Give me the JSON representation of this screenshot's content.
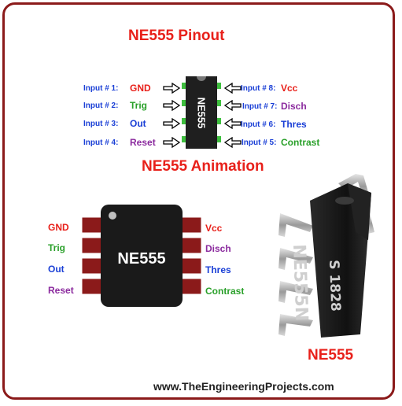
{
  "title_pinout": "NE555 Pinout",
  "title_animation": "NE555 Animation",
  "chip_label": "NE555",
  "chip_small_label": "NE555",
  "photo_caption": "NE555",
  "photo_chip_marking": "NE555N",
  "photo_chip_sub": "S 1828",
  "website": "www.TheEngineeringProjects.com",
  "colors": {
    "title": "#e8201a",
    "input_label": "#1a3fd6",
    "pad": "#8b1a1a",
    "chip_body": "#1a1a1a",
    "border": "#8b1a1a"
  },
  "pinout": {
    "left": [
      {
        "input": "Input # 1:",
        "name": "GND",
        "color": "#e8201a"
      },
      {
        "input": "Input # 2:",
        "name": "Trig",
        "color": "#2aa02a"
      },
      {
        "input": "Input # 3:",
        "name": "Out",
        "color": "#1a3fd6"
      },
      {
        "input": "Input # 4:",
        "name": "Reset",
        "color": "#8b2a9e"
      }
    ],
    "right": [
      {
        "input": "Input # 8:",
        "name": "Vcc",
        "color": "#e8201a"
      },
      {
        "input": "Input # 7:",
        "name": "Disch",
        "color": "#8b2a9e"
      },
      {
        "input": "Input # 6:",
        "name": "Thres",
        "color": "#1a3fd6"
      },
      {
        "input": "Input # 5:",
        "name": "Contrast",
        "color": "#2aa02a"
      }
    ]
  },
  "animation": {
    "left": [
      {
        "name": "GND",
        "color": "#e8201a"
      },
      {
        "name": "Trig",
        "color": "#2aa02a"
      },
      {
        "name": "Out",
        "color": "#1a3fd6"
      },
      {
        "name": "Reset",
        "color": "#8b2a9e"
      }
    ],
    "right": [
      {
        "name": "Vcc",
        "color": "#e8201a"
      },
      {
        "name": "Disch",
        "color": "#8b2a9e"
      },
      {
        "name": "Thres",
        "color": "#1a3fd6"
      },
      {
        "name": "Contrast",
        "color": "#2aa02a"
      }
    ]
  }
}
